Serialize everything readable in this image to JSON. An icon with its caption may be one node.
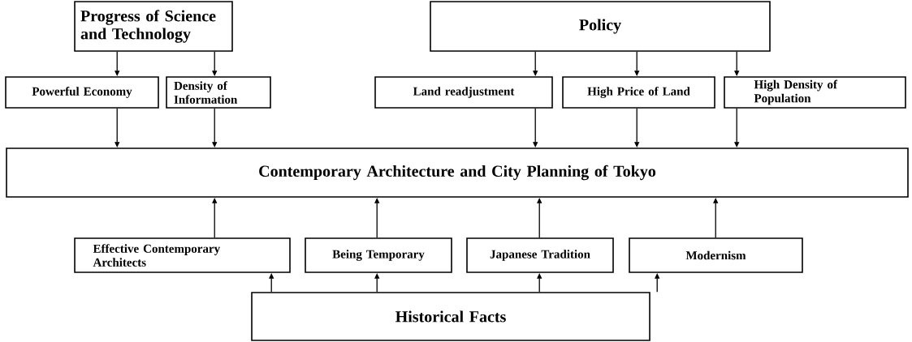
{
  "diagram": {
    "nodes": [
      {
        "text": [
          "Progress of Science and Technology"
        ]
      },
      {
        "text": [
          "Policy"
        ]
      },
      {
        "text": [
          "Powerful Economy"
        ]
      },
      {
        "text": [
          "Density of Information"
        ]
      },
      {
        "text": [
          "Land readjustment"
        ]
      },
      {
        "text": [
          "High Price of Land"
        ]
      },
      {
        "text": [
          "High Density of Population"
        ]
      },
      {
        "text": [
          "Contemporary Architecture and City Planning of Tokyo"
        ]
      },
      {
        "text": [
          "Effective Contemporary Architects"
        ]
      },
      {
        "text": [
          "Being Temporary"
        ]
      },
      {
        "text": [
          "Japanese Tradition"
        ]
      },
      {
        "text": [
          "Modernism"
        ]
      },
      {
        "text": [
          "Historical Facts"
        ]
      }
    ],
    "edges": [
      {
        "from": 0,
        "to": 2,
        "arrow": "to"
      },
      {
        "from": 0,
        "to": 3,
        "arrow": "to"
      },
      {
        "from": 1,
        "to": 4,
        "arrow": "to"
      },
      {
        "from": 1,
        "to": 5,
        "arrow": "to"
      },
      {
        "from": 1,
        "to": 6,
        "arrow": "to"
      },
      {
        "from": 2,
        "to": 7,
        "arrow": "to"
      },
      {
        "from": 3,
        "to": 7,
        "arrow": "to"
      },
      {
        "from": 4,
        "to": 7,
        "arrow": "to"
      },
      {
        "from": 5,
        "to": 7,
        "arrow": "to"
      },
      {
        "from": 6,
        "to": 7,
        "arrow": "to"
      },
      {
        "from": 8,
        "to": 7,
        "arrow": "to"
      },
      {
        "from": 9,
        "to": 7,
        "arrow": "to"
      },
      {
        "from": 10,
        "to": 7,
        "arrow": "to"
      },
      {
        "from": 11,
        "to": 7,
        "arrow": "to"
      },
      {
        "from": 12,
        "to": 8,
        "arrow": "to"
      },
      {
        "from": 12,
        "to": 9,
        "arrow": "to"
      },
      {
        "from": 12,
        "to": 10,
        "arrow": "to"
      },
      {
        "from": 12,
        "to": 11,
        "arrow": "to"
      }
    ]
  }
}
